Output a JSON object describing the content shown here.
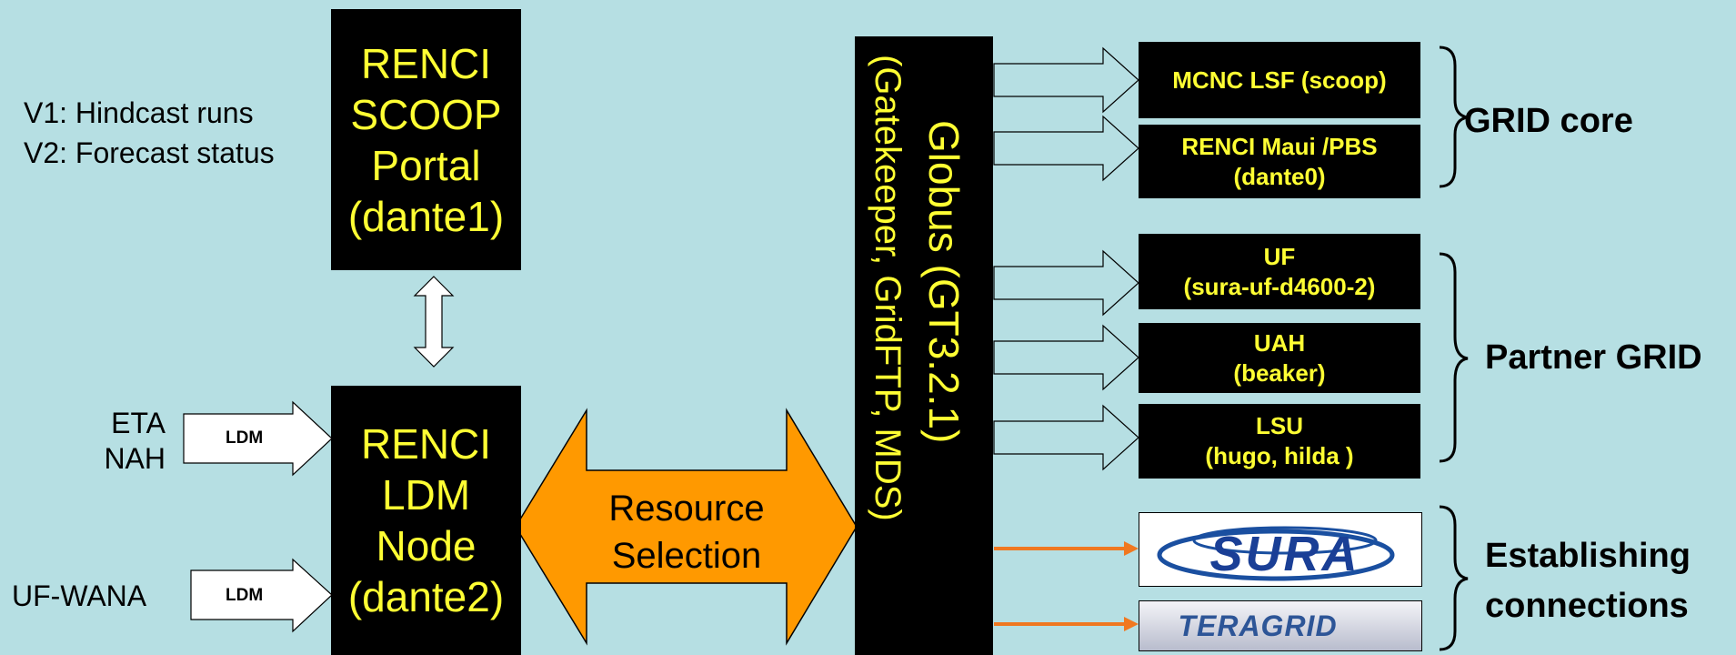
{
  "portal": {
    "lines": [
      "RENCI",
      "SCOOP",
      "Portal",
      "(dante1)"
    ]
  },
  "ldm_node": {
    "lines": [
      "RENCI",
      "LDM",
      "Node",
      "(dante2)"
    ]
  },
  "versions": [
    "V1: Hindcast runs",
    "V2: Forecast status"
  ],
  "inputs": {
    "eta": [
      "ETA",
      "NAH"
    ],
    "uf_wana": "UF-WANA",
    "ldm_label": "LDM"
  },
  "resource_selection": [
    "Resource",
    "Selection"
  ],
  "globus": {
    "title": "Globus (GT3.2.1)",
    "subtitle": "(Gatekeeper, GridFTP, MDS)"
  },
  "resources": [
    {
      "lines": [
        "MCNC LSF (scoop)"
      ]
    },
    {
      "lines": [
        "RENCI Maui /PBS",
        "(dante0)"
      ]
    },
    {
      "lines": [
        "UF",
        "(sura-uf-d4600-2)"
      ]
    },
    {
      "lines": [
        "UAH",
        "(beaker)"
      ]
    },
    {
      "lines": [
        "LSU",
        "(hugo, hilda )"
      ]
    }
  ],
  "logos": {
    "sura": "SURA",
    "teragrid": "TERAGRID"
  },
  "groups": {
    "core": "GRID core",
    "partner": "Partner GRID",
    "establishing": [
      "Establishing",
      "connections"
    ]
  },
  "colors": {
    "background": "#b6dfe3",
    "box": "#000000",
    "box_text": "#ffff33",
    "resource_arrow": "#ff9900",
    "connection_arrow": "#f07820"
  }
}
